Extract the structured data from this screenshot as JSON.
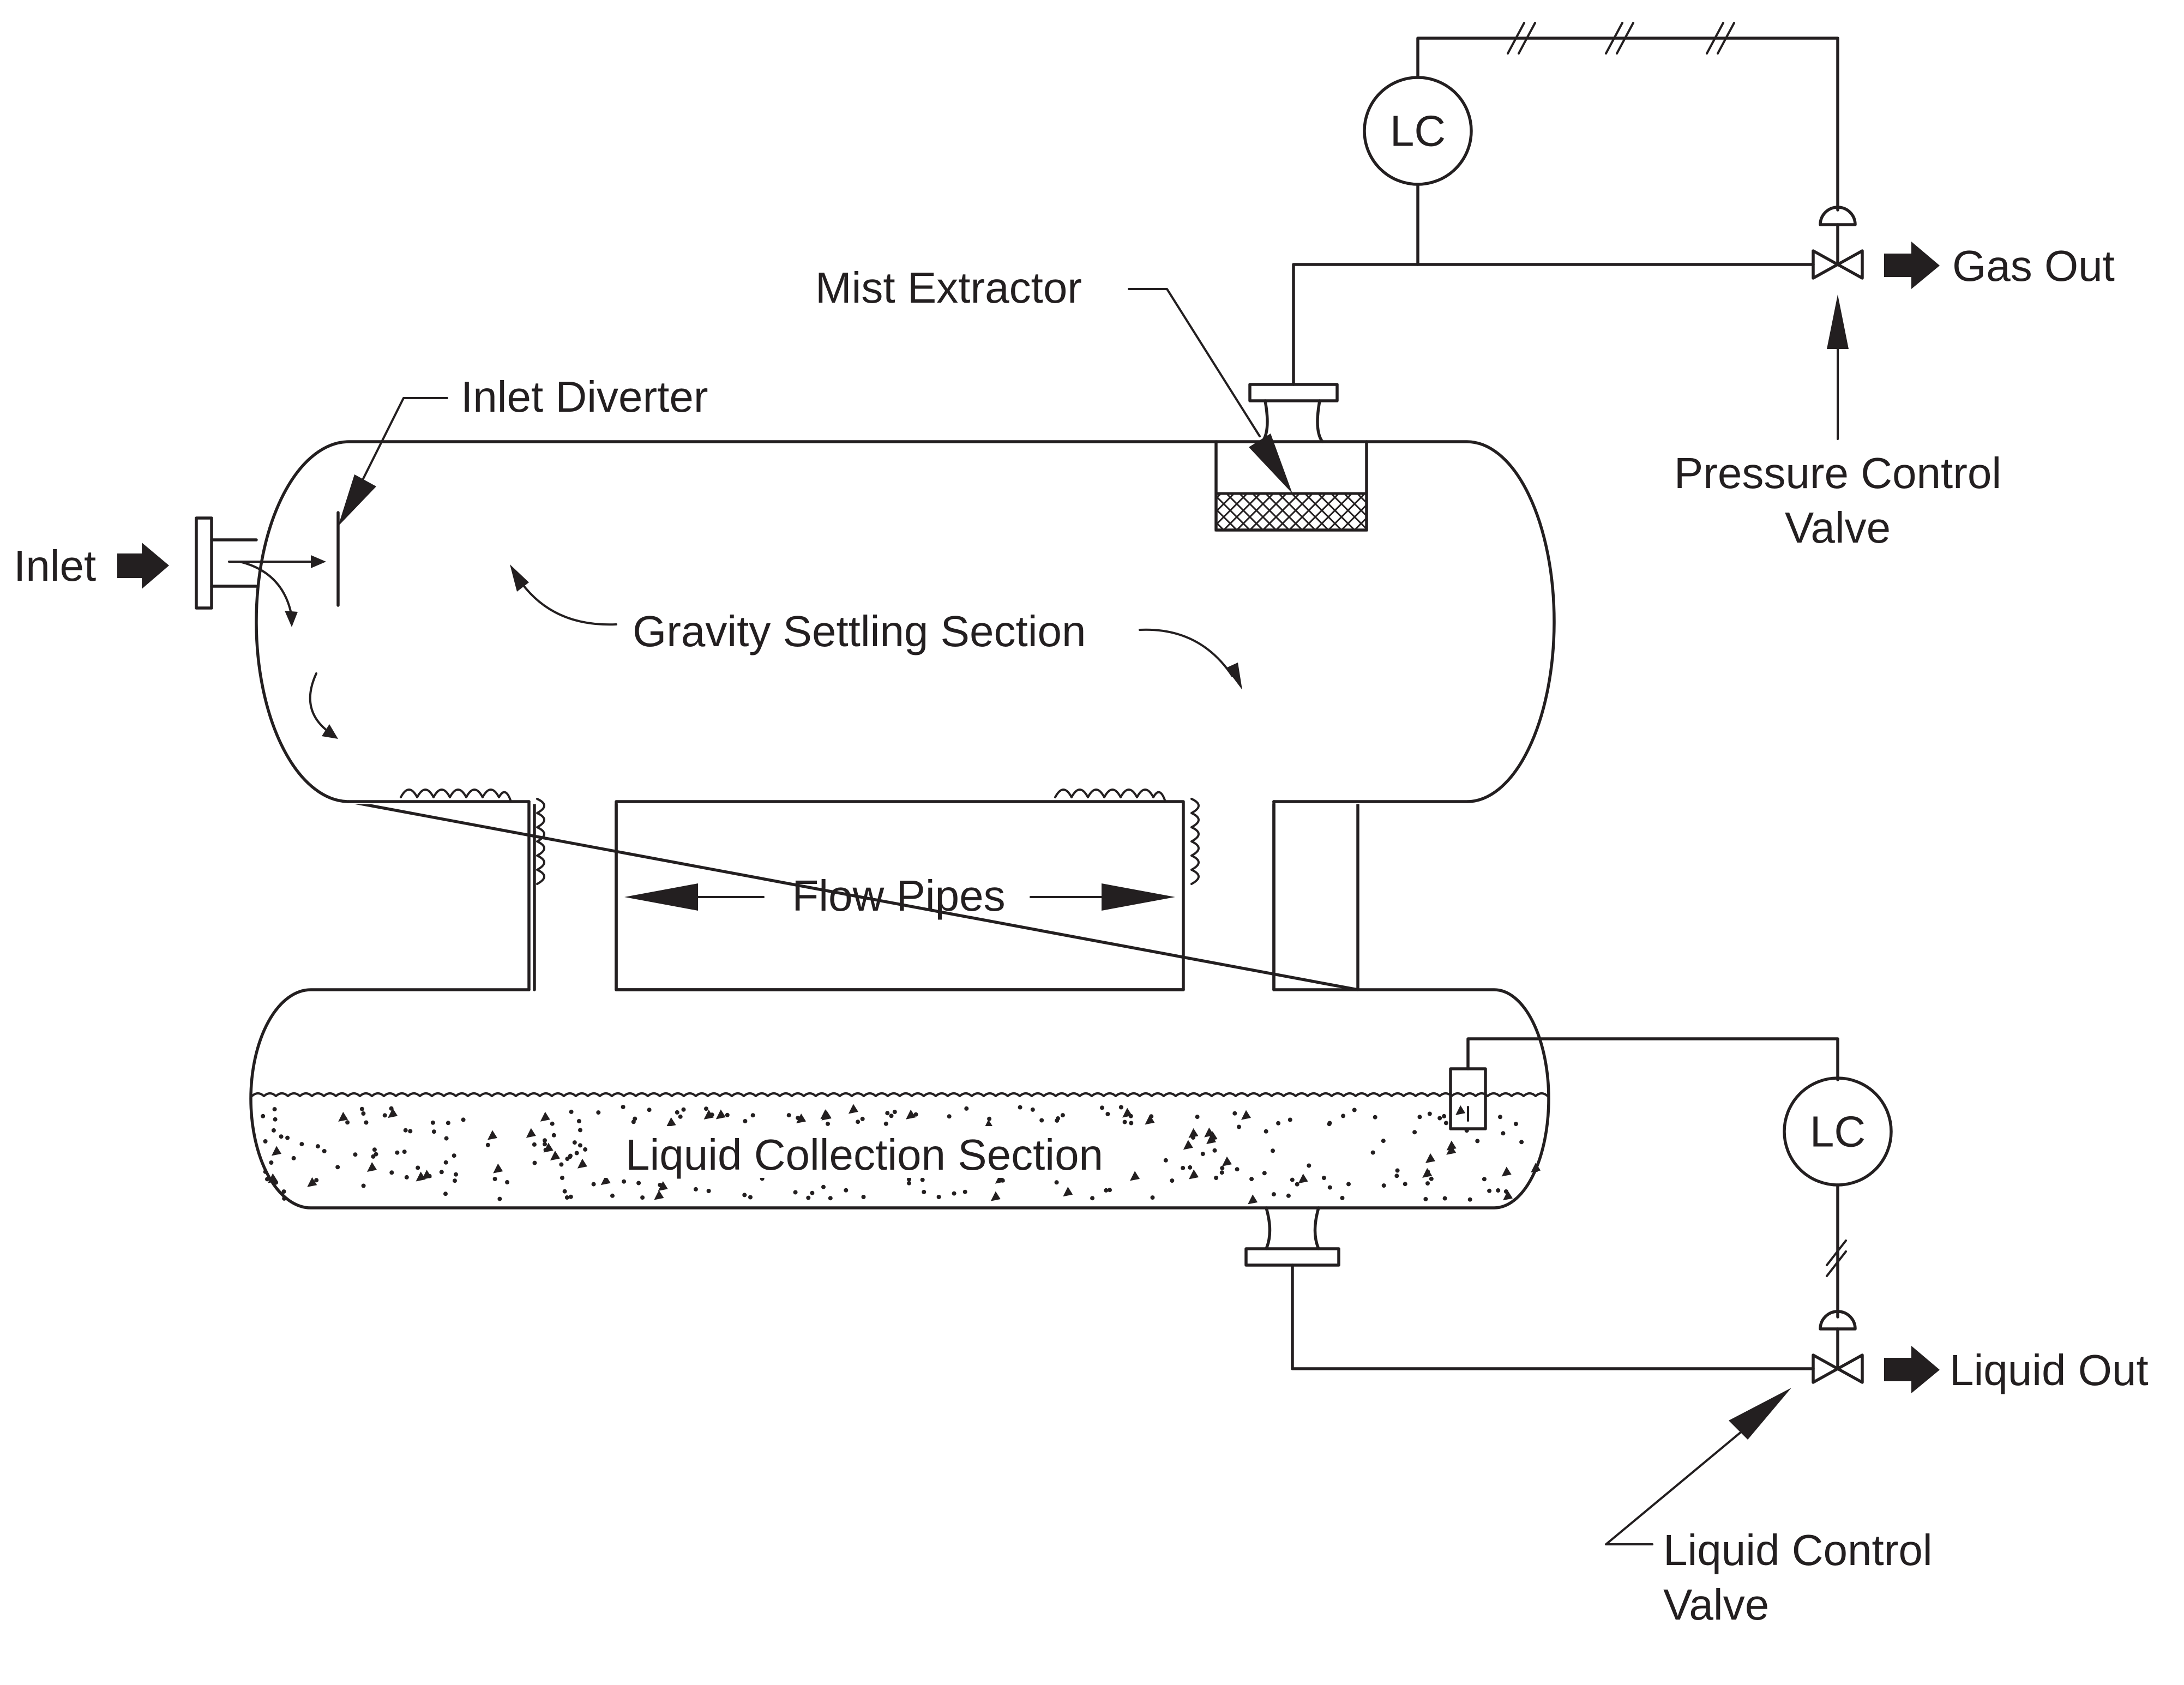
{
  "diagram": {
    "type": "horizontal two-barrel separator schematic",
    "labels": {
      "inlet": "Inlet",
      "inlet_diverter": "Inlet Diverter",
      "mist_extractor": "Mist Extractor",
      "gas_out": "Gas Out",
      "pressure_control_valve_line1": "Pressure Control",
      "pressure_control_valve_line2": "Valve",
      "gravity_settling_section": "Gravity Settling Section",
      "flow_pipes": "Flow Pipes",
      "liquid_collection_section": "Liquid Collection Section",
      "liquid_out": "Liquid Out",
      "liquid_control_valve_line1": "Liquid Control",
      "liquid_control_valve_line2": "Valve"
    },
    "instruments": {
      "top_controller": "LC",
      "bottom_controller": "LC"
    },
    "colors": {
      "ink": "#231f20",
      "background": "#ffffff"
    },
    "icons": {
      "mist_extractor": "crosshatch-pad",
      "control_valves": "diaphragm-valve-icon",
      "flow_arrows": "block-arrow-icon",
      "signal_lines": "double-hatch-tick"
    }
  }
}
